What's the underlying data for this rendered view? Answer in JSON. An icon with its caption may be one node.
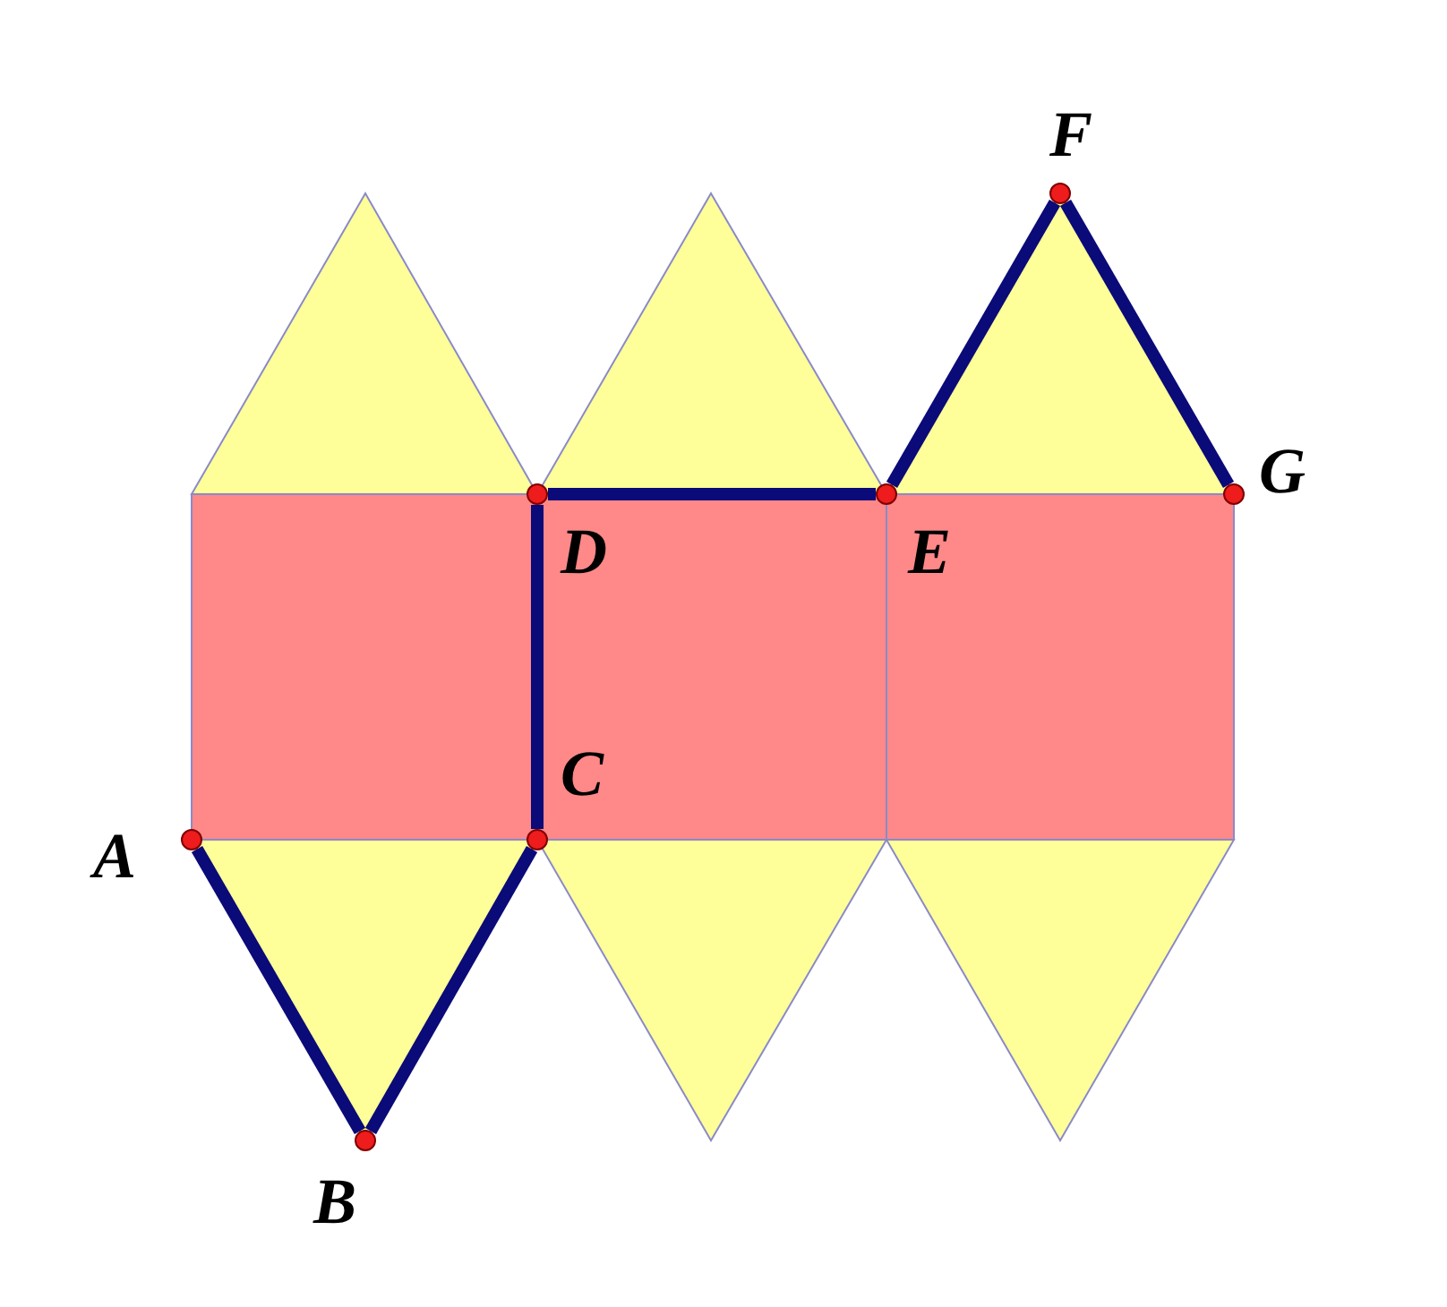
{
  "diagram": {
    "nodes": [
      {
        "text": [],
        "shape": "circle",
        "beside": [
          "A"
        ]
      },
      {
        "text": [],
        "shape": "circle",
        "beside": [
          "B"
        ]
      },
      {
        "text": [],
        "shape": "circle",
        "beside": [
          "C"
        ]
      },
      {
        "text": [],
        "shape": "circle",
        "beside": [
          "D"
        ]
      },
      {
        "text": [],
        "shape": "circle",
        "beside": [
          "E"
        ]
      },
      {
        "text": [],
        "shape": "circle",
        "beside": [
          "F"
        ]
      },
      {
        "text": [],
        "shape": "circle",
        "beside": [
          "G"
        ]
      }
    ],
    "edges": [
      {
        "from": 0,
        "to": 1,
        "arrow": "none"
      },
      {
        "from": 1,
        "to": 2,
        "arrow": "none"
      },
      {
        "from": 2,
        "to": 3,
        "arrow": "none"
      },
      {
        "from": 3,
        "to": 4,
        "arrow": "none"
      },
      {
        "from": 4,
        "to": 5,
        "arrow": "none"
      },
      {
        "from": 5,
        "to": 6,
        "arrow": "none"
      }
    ]
  }
}
